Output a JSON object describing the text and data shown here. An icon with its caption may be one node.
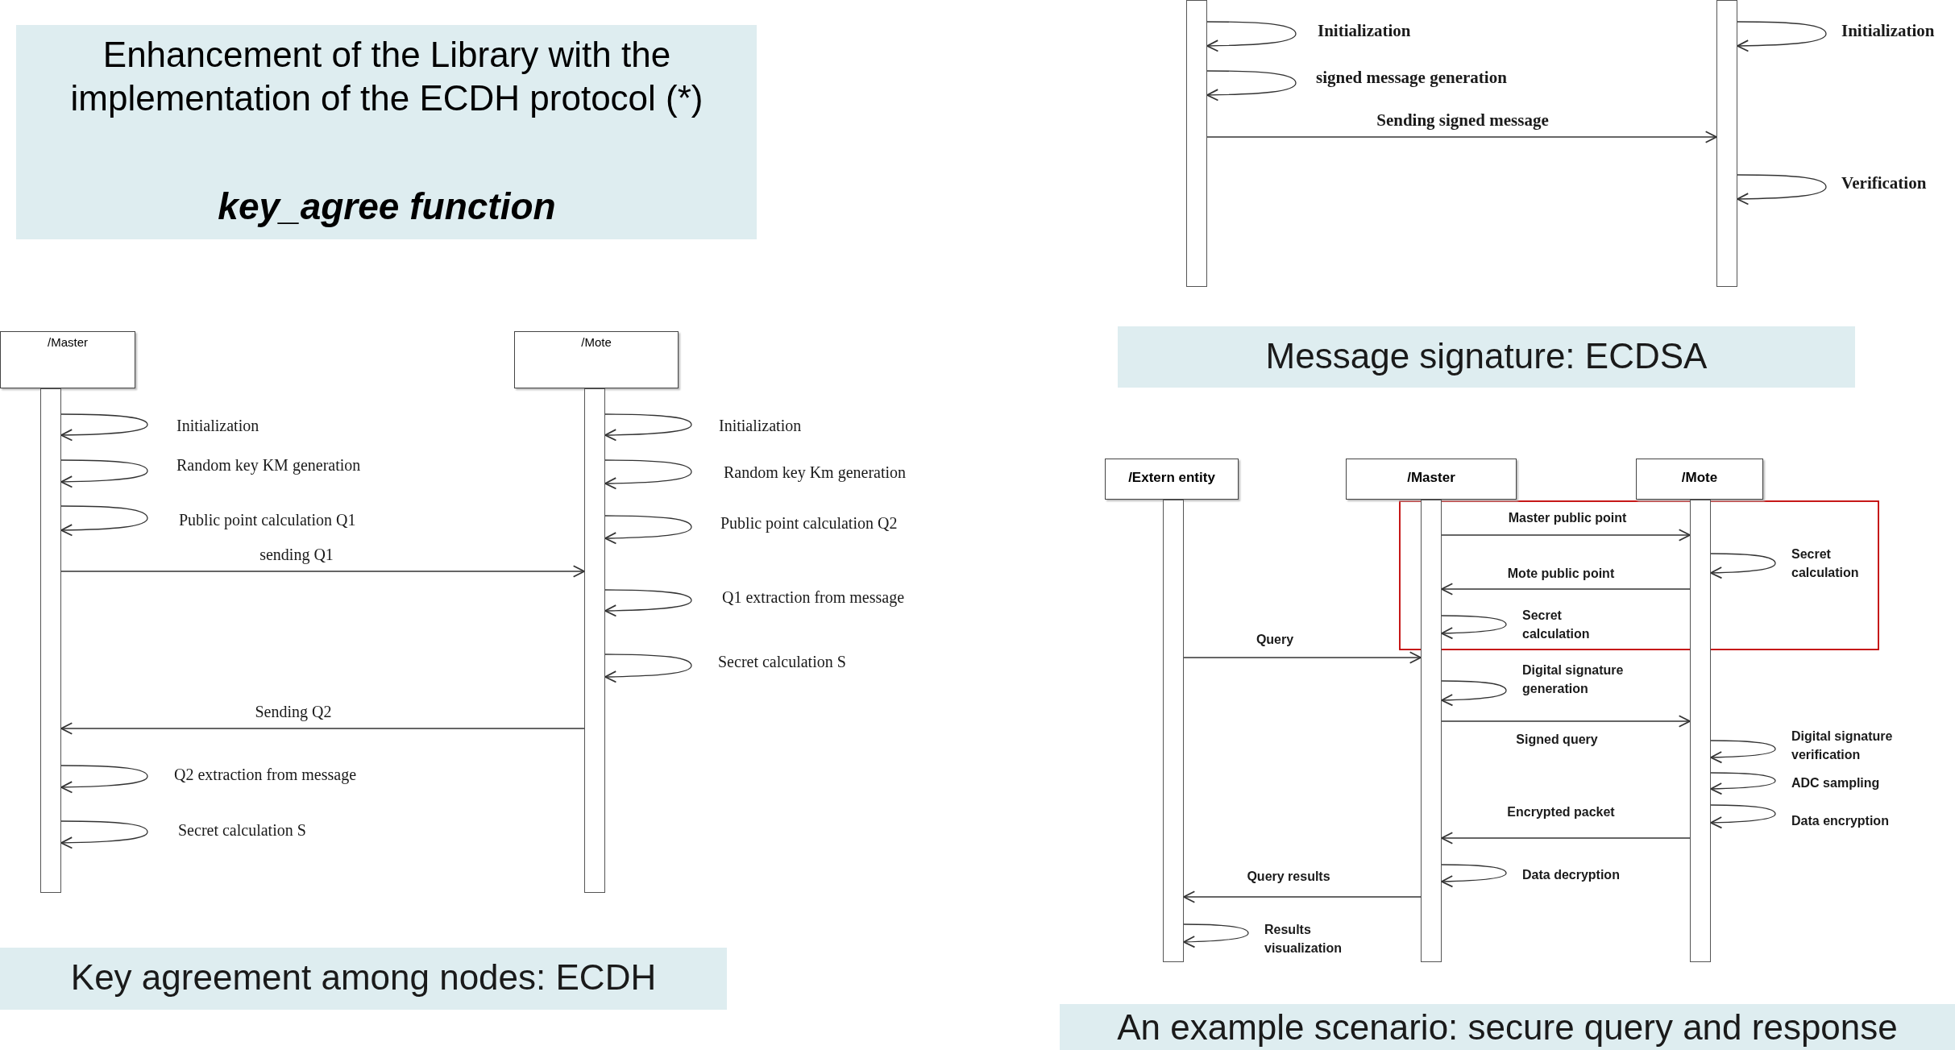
{
  "diagram": {
    "title": "Enhancement of the Library with the implementation of the ECDH protocol (*)",
    "nodes": [
      {
        "text": [
          "/Master"
        ]
      },
      {
        "text": [
          "/Mote"
        ]
      },
      {
        "text": [],
        "shape": "bar"
      },
      {
        "text": [],
        "shape": "bar"
      },
      {
        "text": [
          "/Extern entity"
        ]
      },
      {
        "text": [
          "/Master"
        ]
      },
      {
        "text": [
          "/Mote"
        ]
      }
    ],
    "edges": [
      {
        "from": 0,
        "to": 0,
        "arrow": "to",
        "label": "Initialization"
      },
      {
        "from": 1,
        "to": 1,
        "arrow": "to",
        "label": "Initialization"
      },
      {
        "from": 0,
        "to": 0,
        "arrow": "to",
        "label": "Random key KM generation"
      },
      {
        "from": 1,
        "to": 1,
        "arrow": "to",
        "label": "Random key Km generation"
      },
      {
        "from": 0,
        "to": 0,
        "arrow": "to",
        "label": "Public point calculation Q1"
      },
      {
        "from": 1,
        "to": 1,
        "arrow": "to",
        "label": "Public point calculation Q2"
      },
      {
        "from": 0,
        "to": 1,
        "arrow": "to",
        "label": "sending Q1"
      },
      {
        "from": 1,
        "to": 1,
        "arrow": "to",
        "label": "Q1 extraction from message"
      },
      {
        "from": 1,
        "to": 1,
        "arrow": "to",
        "label": "Secret calculation S"
      },
      {
        "from": 1,
        "to": 0,
        "arrow": "to",
        "label": "Sending Q2"
      },
      {
        "from": 0,
        "to": 0,
        "arrow": "to",
        "label": "Q2 extraction from message"
      },
      {
        "from": 0,
        "to": 0,
        "arrow": "to",
        "label": "Secret calculation S"
      },
      {
        "from": 2,
        "to": 2,
        "arrow": "to",
        "label": "Initialization"
      },
      {
        "from": 3,
        "to": 3,
        "arrow": "to",
        "label": "Initialization"
      },
      {
        "from": 2,
        "to": 2,
        "arrow": "to",
        "label": "signed message generation"
      },
      {
        "from": 2,
        "to": 3,
        "arrow": "to",
        "label": "Sending signed message"
      },
      {
        "from": 3,
        "to": 3,
        "arrow": "to",
        "label": "Verification"
      },
      {
        "from": 5,
        "to": 6,
        "arrow": "to",
        "label": "Master public point"
      },
      {
        "from": 6,
        "to": 6,
        "arrow": "to",
        "label": "Secret calculation"
      },
      {
        "from": 6,
        "to": 5,
        "arrow": "to",
        "label": "Mote public point"
      },
      {
        "from": 5,
        "to": 5,
        "arrow": "to",
        "label": "Secret calculation"
      },
      {
        "from": 4,
        "to": 5,
        "arrow": "to",
        "label": "Query"
      },
      {
        "from": 5,
        "to": 5,
        "arrow": "to",
        "label": "Digital signature generation"
      },
      {
        "from": 5,
        "to": 6,
        "arrow": "to",
        "label": "Signed query"
      },
      {
        "from": 6,
        "to": 6,
        "arrow": "to",
        "label": "Digital signature verification"
      },
      {
        "from": 6,
        "to": 6,
        "arrow": "to",
        "label": "ADC sampling"
      },
      {
        "from": 6,
        "to": 6,
        "arrow": "to",
        "label": "Data encryption"
      },
      {
        "from": 6,
        "to": 5,
        "arrow": "to",
        "label": "Encrypted packet"
      },
      {
        "from": 5,
        "to": 5,
        "arrow": "to",
        "label": "Data decryption"
      },
      {
        "from": 5,
        "to": 4,
        "arrow": "to",
        "label": "Query results"
      },
      {
        "from": 4,
        "to": 4,
        "arrow": "to",
        "label": "Results visualization"
      }
    ],
    "labels": [
      "key_agree function",
      "Key agreement among nodes: ECDH",
      "Message signature: ECDSA",
      "An example scenario: secure query and response"
    ]
  }
}
